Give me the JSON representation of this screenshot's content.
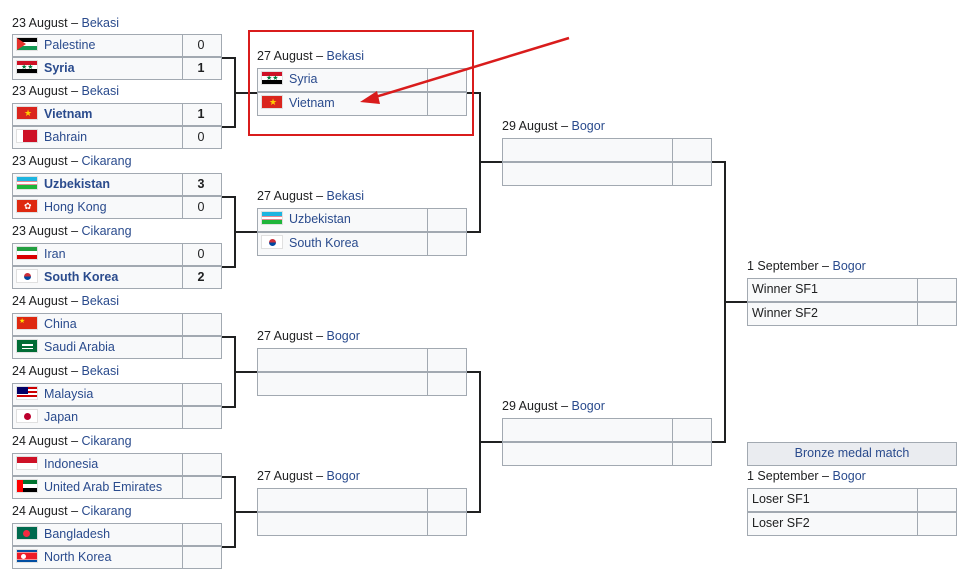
{
  "r16": [
    {
      "header": {
        "date": "23 August",
        "sep": " – ",
        "venue": "Bekasi"
      },
      "teams": [
        {
          "name": "Palestine",
          "score": "0",
          "flag": "palestine"
        },
        {
          "name": "Syria",
          "score": "1",
          "flag": "syria",
          "winner": true
        }
      ]
    },
    {
      "header": {
        "date": "23 August",
        "sep": " – ",
        "venue": "Bekasi"
      },
      "teams": [
        {
          "name": "Vietnam",
          "score": "1",
          "flag": "vietnam",
          "winner": true
        },
        {
          "name": "Bahrain",
          "score": "0",
          "flag": "bahrain"
        }
      ]
    },
    {
      "header": {
        "date": "23 August",
        "sep": " – ",
        "venue": "Cikarang"
      },
      "teams": [
        {
          "name": "Uzbekistan",
          "score": "3",
          "flag": "uzbekistan",
          "winner": true
        },
        {
          "name": "Hong Kong",
          "score": "0",
          "flag": "hongkong"
        }
      ]
    },
    {
      "header": {
        "date": "23 August",
        "sep": " – ",
        "venue": "Cikarang"
      },
      "teams": [
        {
          "name": "Iran",
          "score": "0",
          "flag": "iran"
        },
        {
          "name": "South Korea",
          "score": "2",
          "flag": "southkorea",
          "winner": true
        }
      ]
    },
    {
      "header": {
        "date": "24 August",
        "sep": " – ",
        "venue": "Bekasi"
      },
      "teams": [
        {
          "name": "China",
          "score": "",
          "flag": "china"
        },
        {
          "name": "Saudi Arabia",
          "score": "",
          "flag": "saudi"
        }
      ]
    },
    {
      "header": {
        "date": "24 August",
        "sep": " – ",
        "venue": "Bekasi"
      },
      "teams": [
        {
          "name": "Malaysia",
          "score": "",
          "flag": "malaysia"
        },
        {
          "name": "Japan",
          "score": "",
          "flag": "japan"
        }
      ]
    },
    {
      "header": {
        "date": "24 August",
        "sep": " – ",
        "venue": "Cikarang"
      },
      "teams": [
        {
          "name": "Indonesia",
          "score": "",
          "flag": "indonesia"
        },
        {
          "name": "United Arab Emirates",
          "score": "",
          "flag": "uae"
        }
      ]
    },
    {
      "header": {
        "date": "24 August",
        "sep": " – ",
        "venue": "Cikarang"
      },
      "teams": [
        {
          "name": "Bangladesh",
          "score": "",
          "flag": "bangladesh"
        },
        {
          "name": "North Korea",
          "score": "",
          "flag": "northkorea"
        }
      ]
    }
  ],
  "qf": [
    {
      "header": {
        "date": "27 August",
        "sep": " – ",
        "venue": "Bekasi"
      },
      "teams": [
        {
          "name": "Syria",
          "score": "",
          "flag": "syria"
        },
        {
          "name": "Vietnam",
          "score": "",
          "flag": "vietnam"
        }
      ]
    },
    {
      "header": {
        "date": "27 August",
        "sep": " – ",
        "venue": "Bekasi"
      },
      "teams": [
        {
          "name": "Uzbekistan",
          "score": "",
          "flag": "uzbekistan"
        },
        {
          "name": "South Korea",
          "score": "",
          "flag": "southkorea"
        }
      ]
    },
    {
      "header": {
        "date": "27 August",
        "sep": " – ",
        "venue": "Bogor"
      },
      "teams": [
        {
          "name": "",
          "score": ""
        },
        {
          "name": "",
          "score": ""
        }
      ]
    },
    {
      "header": {
        "date": "27 August",
        "sep": " – ",
        "venue": "Bogor"
      },
      "teams": [
        {
          "name": "",
          "score": ""
        },
        {
          "name": "",
          "score": ""
        }
      ]
    }
  ],
  "sf": [
    {
      "header": {
        "date": "29 August",
        "sep": " – ",
        "venue": "Bogor"
      },
      "teams": [
        {
          "name": "",
          "score": ""
        },
        {
          "name": "",
          "score": ""
        }
      ]
    },
    {
      "header": {
        "date": "29 August",
        "sep": " – ",
        "venue": "Bogor"
      },
      "teams": [
        {
          "name": "",
          "score": ""
        },
        {
          "name": "",
          "score": ""
        }
      ]
    }
  ],
  "final": {
    "header": {
      "date": "1 September",
      "sep": " – ",
      "venue": "Bogor"
    },
    "teams": [
      {
        "name": "Winner SF1",
        "score": ""
      },
      {
        "name": "Winner SF2",
        "score": ""
      }
    ]
  },
  "bronze": {
    "label": "Bronze medal match",
    "header": {
      "date": "1 September",
      "sep": " – ",
      "venue": "Bogor"
    },
    "teams": [
      {
        "name": "Loser SF1",
        "score": ""
      },
      {
        "name": "Loser SF2",
        "score": ""
      }
    ]
  },
  "colors": {
    "link": "#2a4b8d",
    "highlight": "#d91c1c",
    "border": "#a2a9b1",
    "cell": "#f8f9fa"
  }
}
